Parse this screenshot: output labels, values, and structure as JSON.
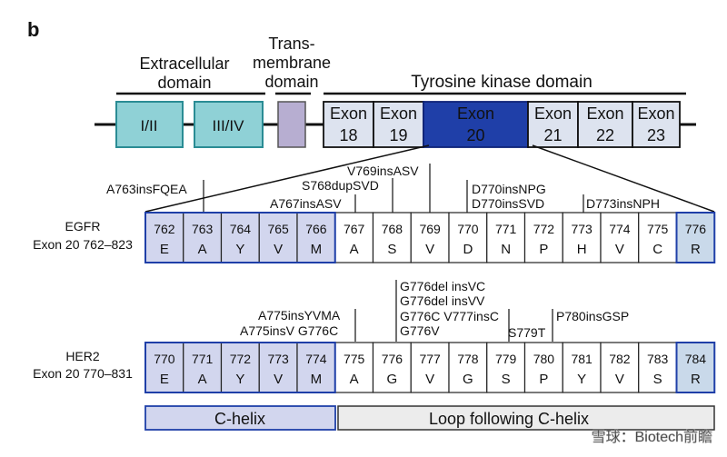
{
  "panel_label": "b",
  "domains": {
    "extracellular_line1": "Extracellular",
    "extracellular_line2": "domain",
    "transmembrane_line1": "Trans-",
    "transmembrane_line2": "membrane",
    "transmembrane_line3": "domain",
    "tyrosine_kinase": "Tyrosine kinase domain",
    "box_i_ii": "I/II",
    "box_iii_iv": "III/IV"
  },
  "exons": [
    {
      "word": "Exon",
      "num": "18"
    },
    {
      "word": "Exon",
      "num": "19"
    },
    {
      "word": "Exon",
      "num": "20"
    },
    {
      "word": "Exon",
      "num": "21"
    },
    {
      "word": "Exon",
      "num": "22"
    },
    {
      "word": "Exon",
      "num": "23"
    }
  ],
  "egfr": {
    "label_line1": "EGFR",
    "label_line2": "Exon 20 762–823",
    "residues": [
      {
        "pos": "762",
        "aa": "E"
      },
      {
        "pos": "763",
        "aa": "A"
      },
      {
        "pos": "764",
        "aa": "Y"
      },
      {
        "pos": "765",
        "aa": "V"
      },
      {
        "pos": "766",
        "aa": "M"
      },
      {
        "pos": "767",
        "aa": "A"
      },
      {
        "pos": "768",
        "aa": "S"
      },
      {
        "pos": "769",
        "aa": "V"
      },
      {
        "pos": "770",
        "aa": "D"
      },
      {
        "pos": "771",
        "aa": "N"
      },
      {
        "pos": "772",
        "aa": "P"
      },
      {
        "pos": "773",
        "aa": "H"
      },
      {
        "pos": "774",
        "aa": "V"
      },
      {
        "pos": "775",
        "aa": "C"
      },
      {
        "pos": "776",
        "aa": "R"
      }
    ],
    "mutations": [
      "A763insFQEA",
      "A767insASV",
      "S768dupSVD",
      "V769insASV",
      "D770insNPG",
      "D770insSVD",
      "D773insNPH"
    ]
  },
  "her2": {
    "label_line1": "HER2",
    "label_line2": "Exon 20 770–831",
    "residues": [
      {
        "pos": "770",
        "aa": "E"
      },
      {
        "pos": "771",
        "aa": "A"
      },
      {
        "pos": "772",
        "aa": "Y"
      },
      {
        "pos": "773",
        "aa": "V"
      },
      {
        "pos": "774",
        "aa": "M"
      },
      {
        "pos": "775",
        "aa": "A"
      },
      {
        "pos": "776",
        "aa": "G"
      },
      {
        "pos": "777",
        "aa": "V"
      },
      {
        "pos": "778",
        "aa": "G"
      },
      {
        "pos": "779",
        "aa": "S"
      },
      {
        "pos": "780",
        "aa": "P"
      },
      {
        "pos": "781",
        "aa": "Y"
      },
      {
        "pos": "782",
        "aa": "V"
      },
      {
        "pos": "783",
        "aa": "S"
      },
      {
        "pos": "784",
        "aa": "R"
      }
    ],
    "mutations": [
      "A775insYVMA",
      "A775insV G776C",
      "G776del insVC",
      "G776del insVV",
      "G776C V777insC",
      "G776V",
      "S779T",
      "P780insGSP"
    ]
  },
  "regions": {
    "c_helix": "C-helix",
    "loop": "Loop following C-helix"
  },
  "watermark": "雪球：Biotech前瞻",
  "colors": {
    "extracellular_fill": "#8fd1d6",
    "extracellular_stroke": "#2a8c94",
    "transmembrane_fill": "#b7aed1",
    "exon_fill": "#dde3ef",
    "exon20_fill": "#1f3fa8",
    "helix_fill": "#d2d6ee",
    "helix_stroke": "#1f3fa8",
    "loop_fill": "#ececec",
    "r_fill": "#c9d9ea"
  }
}
